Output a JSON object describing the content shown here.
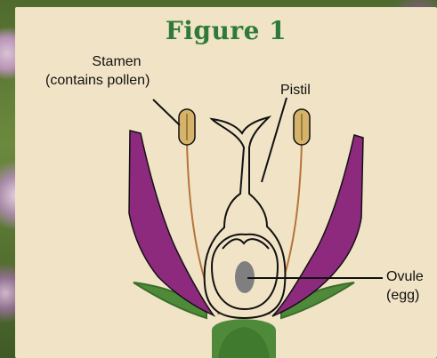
{
  "figure": {
    "title": "Figure 1",
    "labels": {
      "stamen_line1": "Stamen",
      "stamen_line2": "(contains pollen)",
      "pistil": "Pistil",
      "ovule_line1": "Ovule",
      "ovule_line2": "(egg)"
    },
    "colors": {
      "panel": "#f1e4c6",
      "title": "#2f7a3a",
      "petal": "#8e2a7e",
      "sepal": "#4f8a3a",
      "anther": "#d6b36a",
      "filament": "#b8733a",
      "ovule": "#7f7f7f"
    }
  }
}
